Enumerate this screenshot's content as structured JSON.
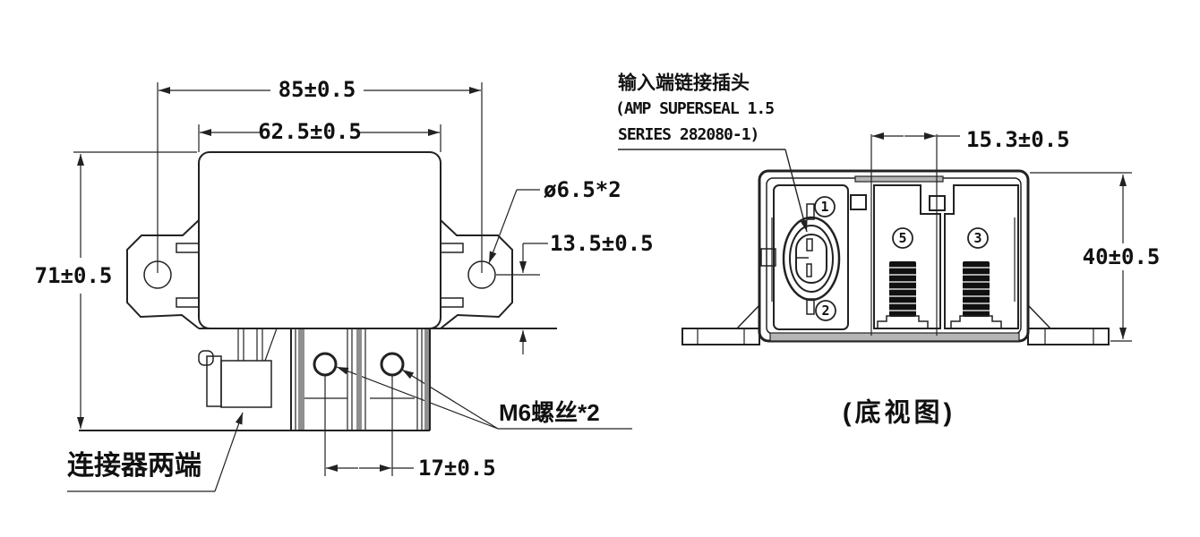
{
  "front_view": {
    "dim_mounting_hole_spacing": "85±0.5",
    "dim_body_width": "62.5±0.5",
    "dim_total_height": "71±0.5",
    "label_hole_diameter": "ø6.5*2",
    "dim_hole_to_base": "13.5±0.5",
    "label_m6_screws": "M6螺丝*2",
    "dim_screw_spacing": "17±0.5",
    "label_connector_ends": "连接器两端"
  },
  "bottom_view": {
    "plug_label_line1": "输入端链接插头",
    "plug_label_line2": "(AMP SUPERSEAL 1.5",
    "plug_label_line3": "SERIES 282080-1)",
    "dim_terminal_spacing": "15.3±0.5",
    "dim_body_depth": "40±0.5",
    "caption": "(底视图)",
    "terminal_1": "1",
    "terminal_2": "2",
    "terminal_5": "5",
    "terminal_3": "3"
  },
  "colors": {
    "line": "#222222",
    "stripe_gray": "#8f8f8f",
    "lip_gray": "#b5b5b5",
    "background": "#ffffff"
  }
}
